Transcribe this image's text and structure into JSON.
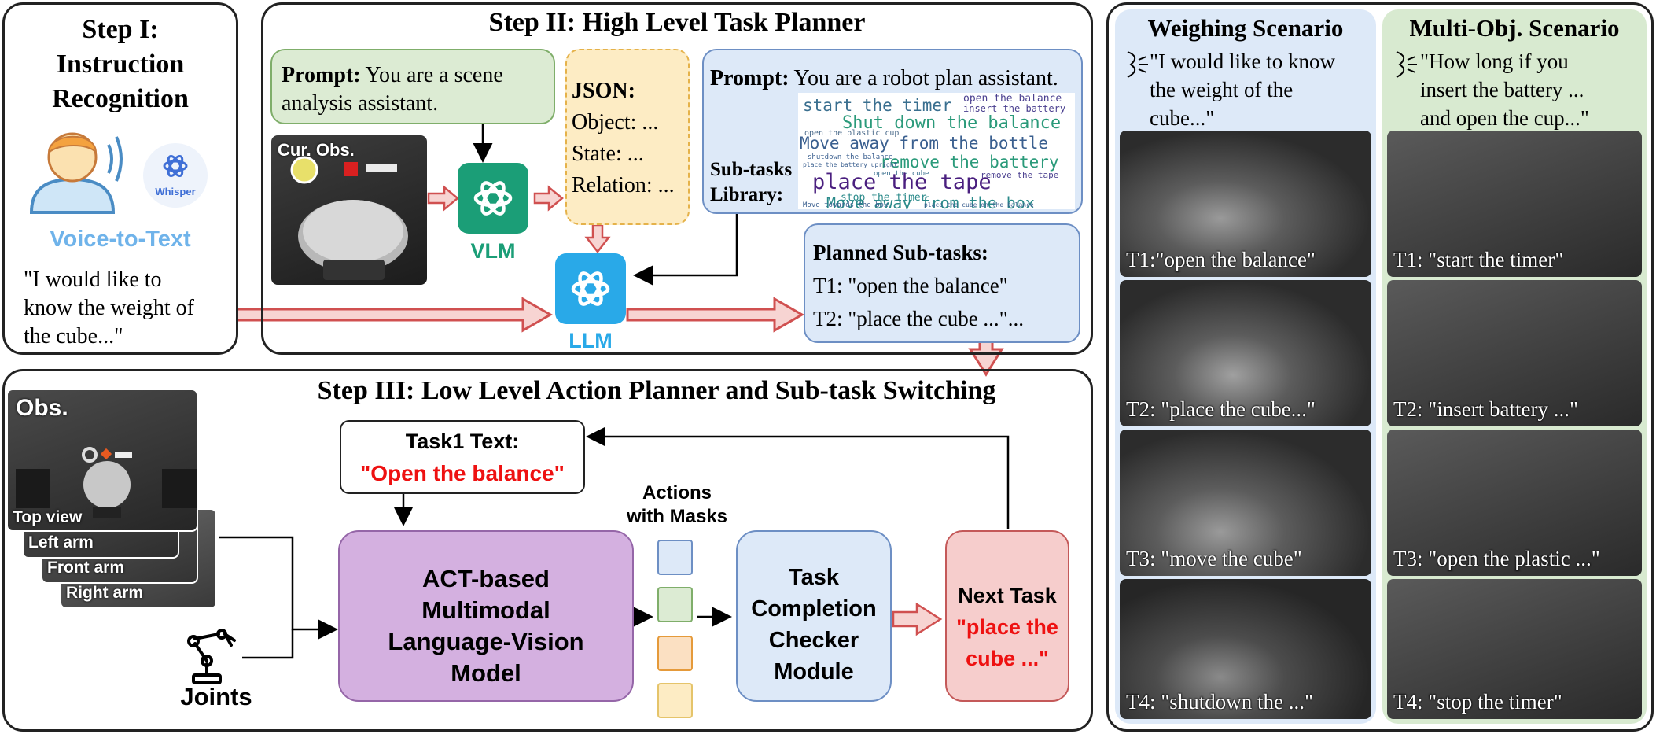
{
  "step1": {
    "title_line1": "Step I:",
    "title_line2": "Instruction",
    "title_line3": "Recognition",
    "whisper_label": "Whisper",
    "voice_to_text": "Voice-to-Text",
    "quote_line1": "\"I would like to",
    "quote_line2": "know the weight of",
    "quote_line3": "the cube...\""
  },
  "step2": {
    "title": "Step II: High Level Task Planner",
    "prompt1_bold": "Prompt:",
    "prompt1_rest": " You are a scene",
    "prompt1_line2": "analysis assistant.",
    "cur_obs": "Cur. Obs.",
    "vlm_label": "VLM",
    "llm_label": "LLM",
    "json_title": "JSON:",
    "json_lines": [
      "Object: ...",
      "State: ...",
      "Relation: ..."
    ],
    "prompt2_bold": "Prompt:",
    "prompt2_rest": " You are a robot plan assistant.",
    "subtasks_label_1": "Sub-tasks",
    "subtasks_label_2": "Library:",
    "word_cloud": [
      {
        "text": "start the timer",
        "color": "#3a6f8f"
      },
      {
        "text": "open the balance",
        "color": "#4a3f8f"
      },
      {
        "text": "insert the battery",
        "color": "#4a3f8f"
      },
      {
        "text": "Shut down the balance",
        "color": "#2a9a7a"
      },
      {
        "text": "open the plastic cup",
        "color": "#4a6a8a"
      },
      {
        "text": "Move away from the bottle",
        "color": "#3a5f8f"
      },
      {
        "text": "shutdown the balance",
        "color": "#3a5f8f"
      },
      {
        "text": "remove the battery",
        "color": "#2a9a7a"
      },
      {
        "text": "place the battery upright",
        "color": "#3a5f8f"
      },
      {
        "text": "open the cube",
        "color": "#3a6f8f"
      },
      {
        "text": "remove the tape",
        "color": "#4a3f8f"
      },
      {
        "text": "place the tape",
        "color": "#4a1f7f"
      },
      {
        "text": "stop the timer",
        "color": "#2a8a8a"
      },
      {
        "text": "Move away from the box",
        "color": "#2a8a8a"
      },
      {
        "text": "Move towards the box",
        "color": "#3a5f8f"
      },
      {
        "text": "place the cube on the balance",
        "color": "#3a5f8f"
      }
    ],
    "planned_title": "Planned Sub-tasks:",
    "planned_t1": "T1: \"open the balance\"",
    "planned_t2": "T2: \"place the cube ...\"..."
  },
  "step3": {
    "title": "Step III: Low Level Action Planner and Sub-task Switching",
    "obs_label": "Obs.",
    "view_labels": [
      "Top view",
      "Left arm",
      "Front arm",
      "Right arm"
    ],
    "joints_label": "Joints",
    "task1_title": "Task1 Text:",
    "task1_value": "\"Open the balance\"",
    "act_model_lines": [
      "ACT-based",
      "Multimodal",
      "Language-Vision",
      "Model"
    ],
    "actions_label_1": "Actions",
    "actions_label_2": "with Masks",
    "checker_lines": [
      "Task",
      "Completion",
      "Checker",
      "Module"
    ],
    "next_task_title": "Next Task",
    "next_task_line1": "\"place the",
    "next_task_line2": "cube ...\""
  },
  "weighing": {
    "title": "Weighing Scenario",
    "quote_lines": [
      "\"I would like to know",
      "the weight of the",
      "cube...\""
    ],
    "captions": [
      "T1:\"open the balance\"",
      "T2: \"place the cube...\"",
      "T3: \"move the cube\"",
      "T4: \"shutdown the ...\""
    ]
  },
  "multiobj": {
    "title": "Multi-Obj. Scenario",
    "quote_lines": [
      "\"How long if you",
      "insert the battery ...",
      "and  open the cup...\""
    ],
    "captions": [
      "T1: \"start the timer\"",
      "T2: \"insert battery ...\"",
      "T3: \"open the plastic ...\"",
      "T4: \"stop the timer\""
    ]
  },
  "colors": {
    "green_box": "#dcebd3",
    "green_border": "#7fae6a",
    "yellow_box": "#fdecc4",
    "yellow_border": "#e5b24a",
    "blue_box": "#dde9f8",
    "blue_border": "#6d8fc4",
    "purple_box": "#d4b0e0",
    "purple_border": "#9566a8",
    "red_box": "#f6cdcc",
    "red_border": "#c45959",
    "arrow_fill": "#f7d4d2",
    "arrow_stroke": "#d05050",
    "gpt_green": "#1b9e77",
    "gpt_blue": "#29a9e8",
    "voice_blue": "#6fb3ea",
    "red_text": "#ee1111"
  }
}
